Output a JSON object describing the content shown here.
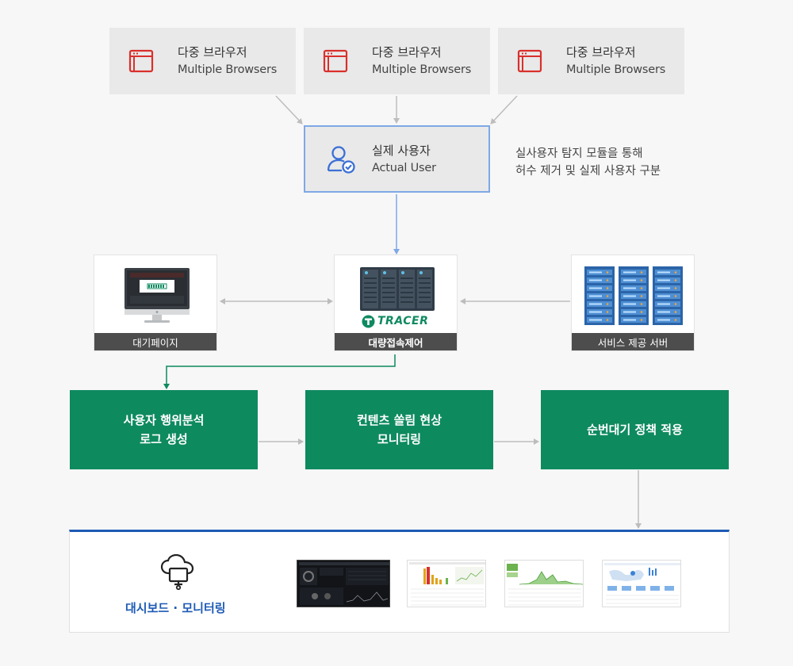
{
  "browsers": [
    {
      "ko": "다중 브라우저",
      "en": "Multiple Browsers"
    },
    {
      "ko": "다중 브라우저",
      "en": "Multiple Browsers"
    },
    {
      "ko": "다중 브라우저",
      "en": "Multiple Browsers"
    }
  ],
  "actual_user": {
    "ko": "실제 사용자",
    "en": "Actual User",
    "note_line1": "실사용자 탐지 모듈을 통해",
    "note_line2": "허수 제거 및 실제 사용자 구분"
  },
  "middle": {
    "waiting_page": "대기페이지",
    "tracer_caption": "대량접속제어",
    "tracer_logo": "TRACER",
    "service_server": "서비스 제공 서버"
  },
  "process": {
    "step1_line1": "사용자 행위분석",
    "step1_line2": "로그 생성",
    "step2_line1": "컨텐츠 쏠림 현상",
    "step2_line2": "모니터링",
    "step3": "순번대기 정책 적용"
  },
  "dashboard": {
    "label": "대시보드 · 모니터링"
  },
  "colors": {
    "accent_green": "#0e8a5f",
    "accent_blue": "#1d5ab5",
    "browser_red": "#d9302c",
    "user_blue": "#3b6fd6"
  }
}
